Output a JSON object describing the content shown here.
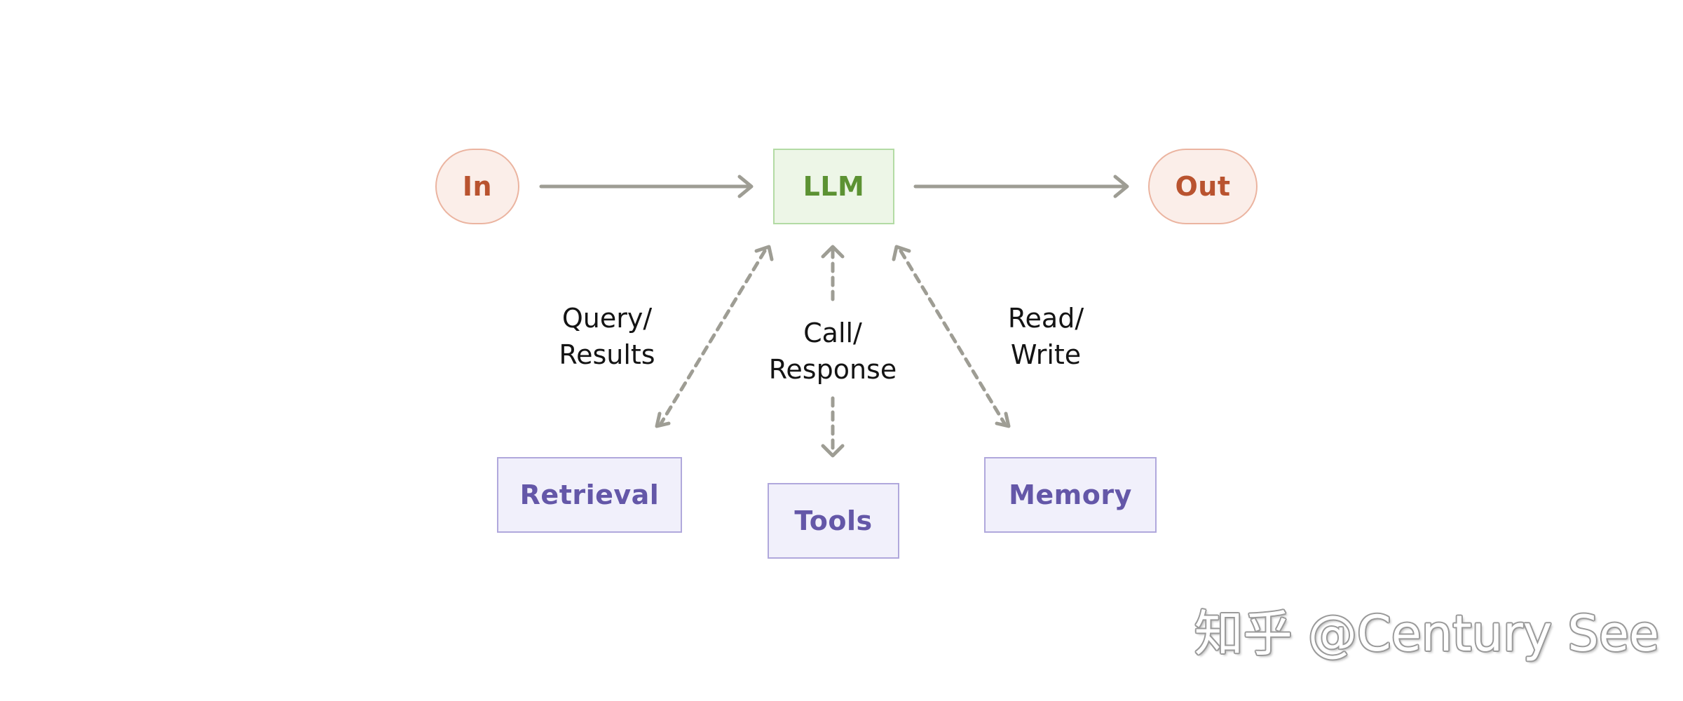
{
  "diagram": {
    "nodes": {
      "input": "In",
      "llm": "LLM",
      "output": "Out",
      "retrieval": "Retrieval",
      "tools": "Tools",
      "memory": "Memory"
    },
    "edge_labels": {
      "retrieval": "Query/\nResults",
      "tools": "Call/\nResponse",
      "memory": "Read/\nWrite"
    },
    "colors": {
      "arrow": "#9e9d94",
      "io_text": "#b9532f",
      "llm_text": "#5c9233",
      "module_text": "#6457a8"
    }
  },
  "watermark": "知乎 @Century See"
}
